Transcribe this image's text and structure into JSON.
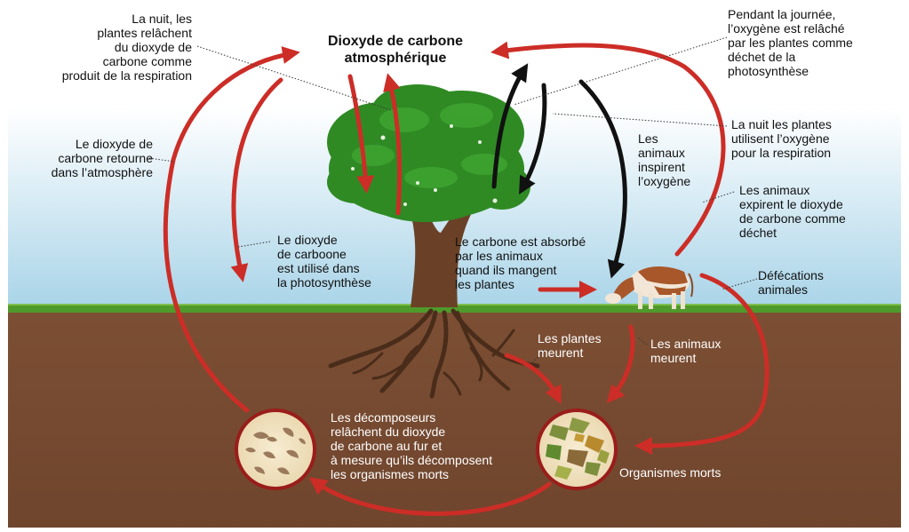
{
  "diagram": {
    "title": "Dioxyde de carbone\natmosphérique",
    "labels": {
      "night_release": "La nuit, les\nplantes relâchent\ndu dioxyde de\ncarbone comme\nproduit de la respiration",
      "day_oxygen": "Pendant la journée,\nl’oxygène est relâché\npar les plantes comme\ndéchet de la\nphotosynthèse",
      "night_use_oxygen": "La nuit les plantes\nutilisent l’oxygène\npour la respiration",
      "co2_returns": "Le dioxyde de\ncarbone retourne\ndans l’atmosphère",
      "animals_inhale": "Les\nanimaux\ninspirent\nl’oxygène",
      "animals_exhale": "Les animaux\nexpirent le dioxyde\nde carbone comme\ndéchet",
      "co2_photosynthesis": "Le dioxyde\nde carboone\nest utilisé dans\nla photosynthèse",
      "carbon_absorbed": "Le carbone est absorbé\npar les animaux\nquand ils mangent\nles plantes",
      "defecation": "Défécations\nanimales",
      "plants_die": "Les plantes\nmeurent",
      "animals_die": "Les animaux\nmeurent",
      "decomposers": "Les décomposeurs\nrelâchent du dioxyde\nde carbone au fur et\nà mesure qu’ils décomposent\nles organismes morts",
      "dead_organisms": "Organismes morts"
    }
  },
  "colors": {
    "sky_top": "#ffffff",
    "sky_bottom": "#a9d4e8",
    "grass": "#4f9a2b",
    "soil": "#7b4e33",
    "arrow_red": "#cc2d27",
    "arrow_black": "#111111",
    "foliage": "#2f8a24",
    "trunk": "#6a4126"
  }
}
